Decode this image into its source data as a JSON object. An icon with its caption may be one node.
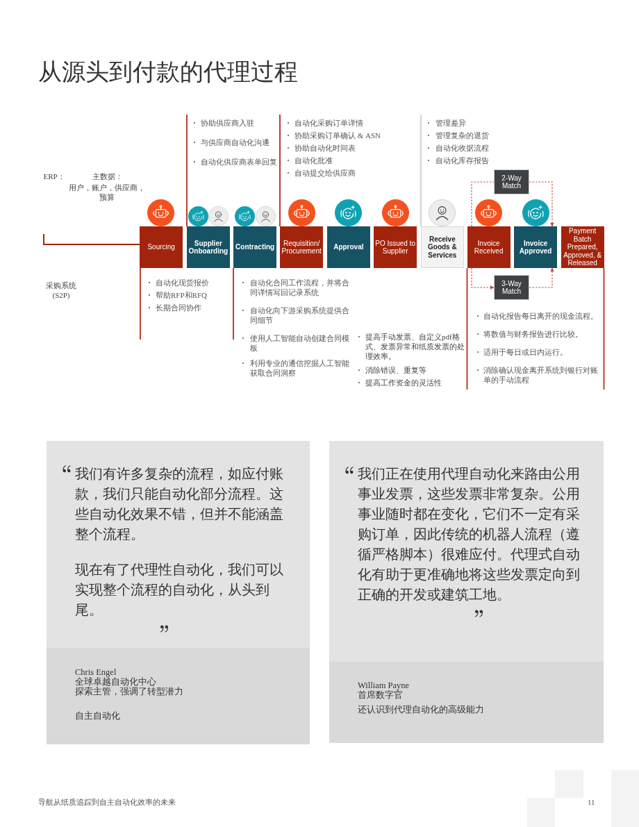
{
  "diagram": {
    "title": "从源头到付款的代理过程",
    "nodes": [
      {
        "text": [
          "Sourcing"
        ],
        "beside": [
          "自动化现货报价",
          "帮助RFP和RFQ",
          "长期合同协作"
        ]
      },
      {
        "text": [
          "Supplier Onboarding"
        ],
        "beside": [
          "协助供应商入驻",
          "与供应商自动化沟通",
          "自动化供应商表单回复"
        ]
      },
      {
        "text": [
          "Contracting"
        ],
        "beside": [
          "自动化合同工作流程，并将合同详情写回记录系统",
          "自动化向下游采购系统提供合同细节",
          "使用人工智能自动创建合同模板",
          "利用专业的通信挖掘人工智能获取合同洞察"
        ]
      },
      {
        "text": [
          "Requisition/ Procurement"
        ],
        "beside": [
          "自动化采购订单详情",
          "协助采购订单确认 & ASN",
          "协助自动化时间表",
          "自动化批准",
          "自动提交给供应商"
        ]
      },
      {
        "text": [
          "Approval"
        ]
      },
      {
        "text": [
          "PO Issued to Supplier"
        ]
      },
      {
        "text": [
          "Receive Goods & Services"
        ],
        "beside": [
          "管理差异",
          "管理复杂的退货",
          "自动化收据流程",
          "自动化库存报告"
        ]
      },
      {
        "text": [
          "Invoice Received"
        ],
        "beside": [
          "自动化报告每日离开的现金流程。",
          "将数值与财务报告进行比较。",
          "适用于每日或日内运行。",
          "消除确认现金离开系统到银行对账单的手动流程"
        ]
      },
      {
        "text": [
          "Invoice Approved"
        ]
      },
      {
        "text": [
          "Payment Batch Prepared, Approved, & Released"
        ]
      },
      {
        "text": [
          "2-Way Match"
        ]
      },
      {
        "text": [
          "3-Way Match"
        ]
      },
      {
        "text": [
          "我们有许多复杂的流程，如应付账款，我们只能自动化部分流程。这些自动化效果不错，但并不能涵盖整个流程。",
          "现在有了代理性自动化，我们可以实现整个流程的自动化，从头到尾。"
        ]
      },
      {
        "text": [
          "Chris Engel",
          "全球卓越自动化中心",
          "探索主管，强调了转型潜力",
          "自主自动化"
        ],
        "in": 12
      },
      {
        "text": [
          "我们正在使用代理自动化来路由公用事业发票，这些发票非常复杂。公用事业随时都在变化，它们不一定有采购订单，因此传统的机器人流程（遵循严格脚本）很难应付。代理式自动化有助于更准确地将这些发票定向到正确的开发或建筑工地。"
        ]
      },
      {
        "text": [
          "William Payne",
          "首席数字官",
          "还认识到代理自动化的高级能力"
        ],
        "in": 14
      }
    ],
    "edges": [
      {
        "from": null,
        "to": 0,
        "arrow": "none"
      },
      {
        "from": 7,
        "to": 10,
        "arrow": "none",
        "style": "dashed"
      },
      {
        "from": 10,
        "to": 8,
        "arrow": "to",
        "style": "dashed"
      },
      {
        "from": 7,
        "to": 11,
        "arrow": "to",
        "style": "dashed"
      },
      {
        "from": 11,
        "to": 8,
        "arrow": "to",
        "style": "dashed"
      }
    ],
    "labels": [
      "ERP：",
      "主数据：",
      "用户，账户，供应商，预算",
      "采购系统 (S2P)",
      "提高手动发票、自定义pdf格式、发票异常和纸质发票的处理效率。",
      "消除错误、重复等",
      "提高工作资金的灵活性",
      "导航从纸质追踪到自主自动化效率的未来",
      "11"
    ]
  }
}
